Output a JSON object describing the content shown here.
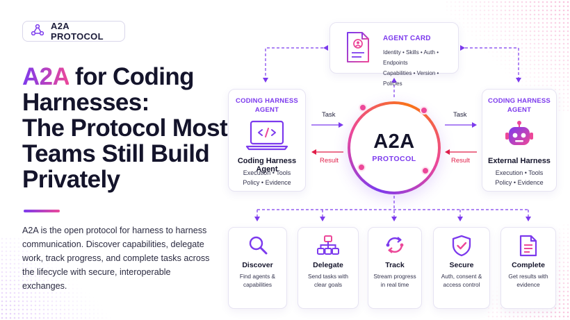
{
  "badge": {
    "label": "A2A PROTOCOL",
    "icon": "network-nodes-icon"
  },
  "headline": {
    "accent": "A2A",
    "line1_rest": " for Coding",
    "line2": "Harnesses:",
    "line3": "The Protocol Most",
    "line4": "Teams Still Build",
    "line5": "Privately"
  },
  "description": "A2A is the open protocol for harness to harness communication. Discover capabilities, delegate work, track progress, and complete tasks across the lifecycle with secure, interoperable exchanges.",
  "agent_card": {
    "title": "AGENT CARD",
    "meta_line1": "Identity • Skills • Auth • Endpoints",
    "meta_line2": "Capabilities • Version • Policies",
    "icon": "profile-document-icon"
  },
  "left_agent": {
    "title_line1": "CODING HARNESS",
    "title_line2": "AGENT",
    "name": "Coding Harness Agent",
    "meta_line1": "Execution • Tools",
    "meta_line2": "Policy • Evidence",
    "icon": "laptop-code-icon"
  },
  "right_agent": {
    "title_line1": "CODING HARNESS",
    "title_line2": "AGENT",
    "name": "External Harness",
    "meta_line1": "Execution • Tools",
    "meta_line2": "Policy • Evidence",
    "icon": "robot-icon"
  },
  "center": {
    "title": "A2A",
    "subtitle": "PROTOCOL"
  },
  "flows": {
    "left_task": "Task",
    "left_result": "Result",
    "right_task": "Task",
    "right_result": "Result"
  },
  "features": [
    {
      "title": "Discover",
      "desc_line1": "Find agents &",
      "desc_line2": "capabilities",
      "icon": "magnifier-icon"
    },
    {
      "title": "Delegate",
      "desc_line1": "Send tasks with",
      "desc_line2": "clear goals",
      "icon": "hierarchy-icon"
    },
    {
      "title": "Track",
      "desc_line1": "Stream progress",
      "desc_line2": "in real time",
      "icon": "cycle-arrows-icon"
    },
    {
      "title": "Secure",
      "desc_line1": "Auth, consent &",
      "desc_line2": "access control",
      "icon": "shield-check-icon"
    },
    {
      "title": "Complete",
      "desc_line1": "Get results with",
      "desc_line2": "evidence",
      "icon": "document-lines-icon"
    }
  ],
  "colors": {
    "purple": "#7c3aed",
    "pink": "#ec4899",
    "red": "#e11d48",
    "navy": "#14142b"
  }
}
